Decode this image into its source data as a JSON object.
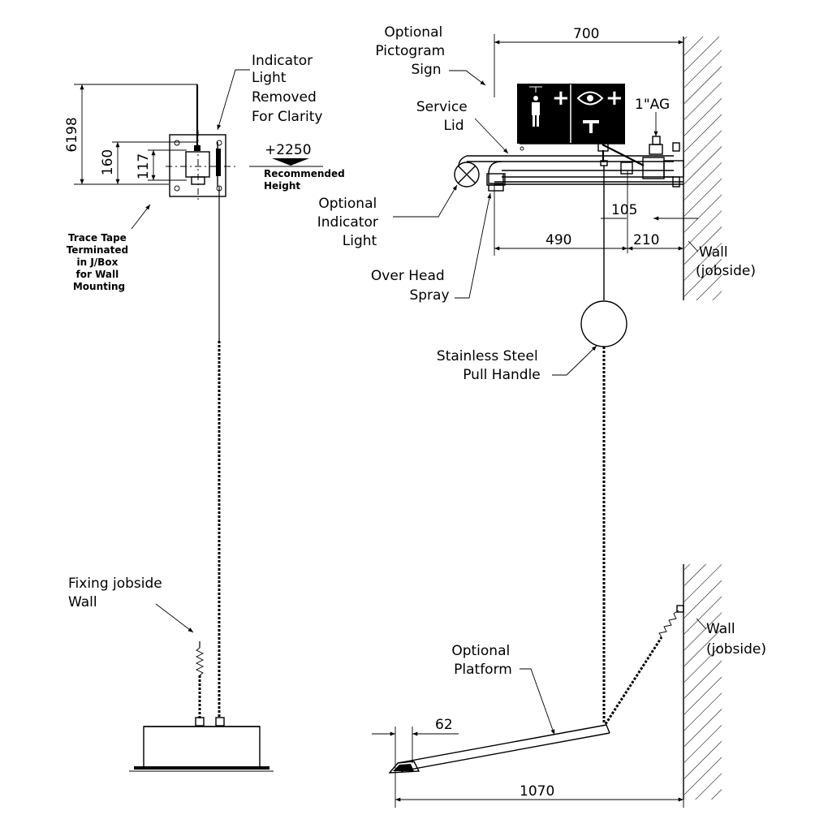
{
  "front_view": {
    "dim_6198": "6198",
    "dim_160": "160",
    "dim_117": "117",
    "indicator_note": [
      "Indicator",
      "Light",
      "Removed",
      "For Clarity"
    ],
    "height_value": "+2250",
    "height_note": [
      "Recommended",
      "Height"
    ],
    "trace_tape_note": [
      "Trace Tape",
      "Terminated",
      "in J/Box",
      "for Wall",
      "Mounting"
    ],
    "fixing_note": [
      "Fixing  jobside",
      "Wall"
    ]
  },
  "side_view": {
    "dim_700": "700",
    "dim_105": "105",
    "dim_490": "490",
    "dim_210": "210",
    "dim_62": "62",
    "dim_1070": "1070",
    "pipe_size": "1\"AG",
    "pictogram_note": [
      "Optional",
      "Pictogram",
      "Sign"
    ],
    "service_lid_note": [
      "Service",
      "Lid"
    ],
    "indicator_note": [
      "Optional",
      "Indicator",
      "Light"
    ],
    "spray_note": [
      "Over Head",
      "Spray"
    ],
    "handle_note": [
      "Stainless  Steel",
      "Pull Handle"
    ],
    "platform_note": [
      "Optional",
      "Platform"
    ],
    "wall_upper": [
      "Wall",
      "(jobside)"
    ],
    "wall_lower": [
      "Wall",
      "(jobside)"
    ],
    "sign_symbols": [
      "+",
      "+"
    ]
  }
}
